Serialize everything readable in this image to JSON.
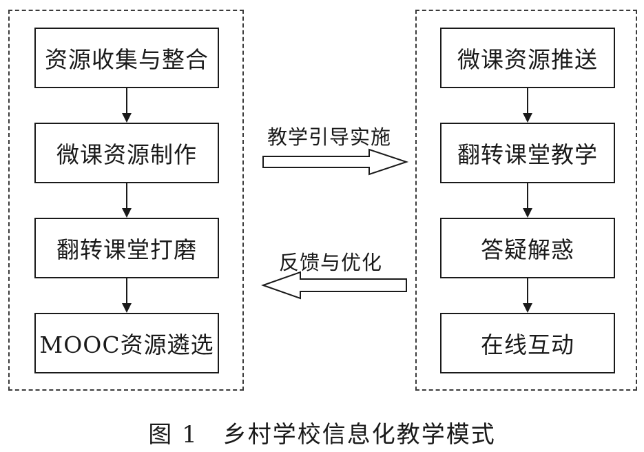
{
  "left_group": {
    "steps": [
      "资源收集与整合",
      "微课资源制作",
      "翻转课堂打磨",
      "MOOC资源遴选"
    ]
  },
  "right_group": {
    "steps": [
      "微课资源推送",
      "翻转课堂教学",
      "答疑解惑",
      "在线互动"
    ]
  },
  "flows": {
    "forward_label": "教学引导实施",
    "backward_label": "反馈与优化"
  },
  "caption": "图 1　乡村学校信息化教学模式"
}
